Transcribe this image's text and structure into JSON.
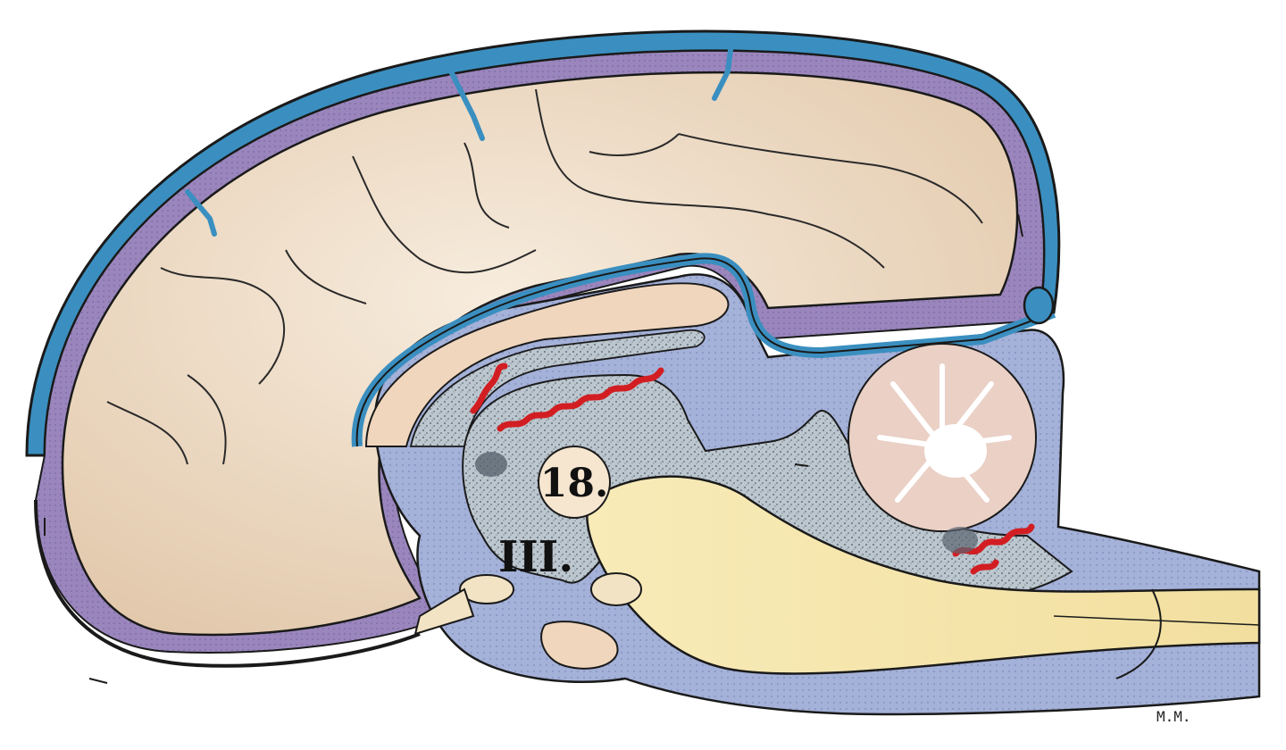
{
  "labels": {
    "number_label": "18.",
    "roman_label": "III."
  },
  "signature": "M.M.",
  "colors": {
    "sinus_blue": "#3a8fc0",
    "meninges_purple": "#9a86bd",
    "brain_tissue": "#ecd9c2",
    "csf_space": "#a9b5d8",
    "brainstem": "#f6e6ad",
    "choroid_red": "#d21e22",
    "ventricle_speckle": "#b9c3cc",
    "outline": "#1a1a1a"
  }
}
